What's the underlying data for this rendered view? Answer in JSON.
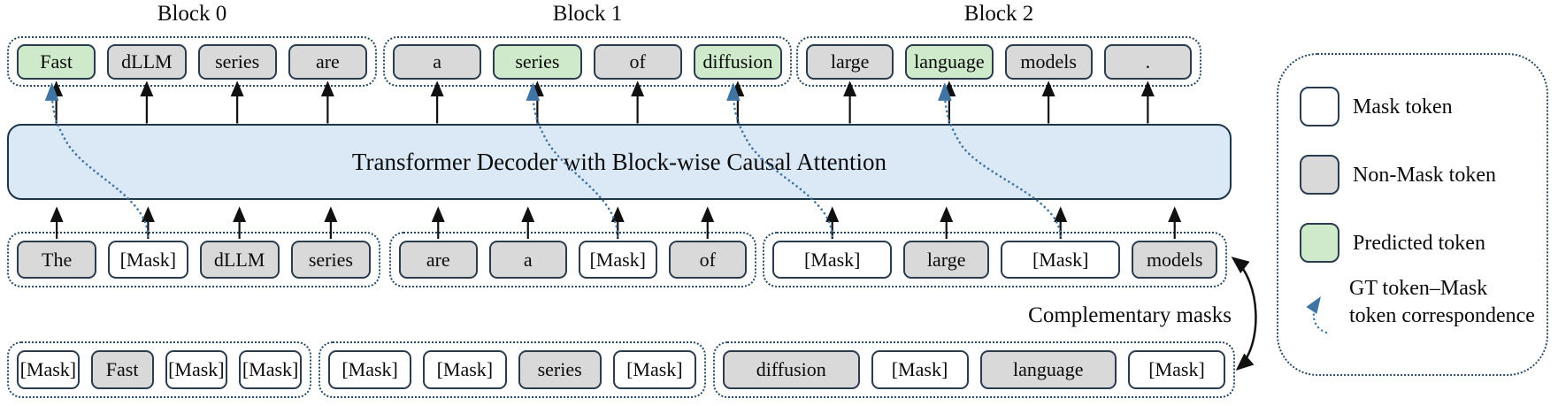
{
  "block_labels": [
    "Block 0",
    "Block 1",
    "Block 2"
  ],
  "decoder": {
    "label": "Transformer Decoder with Block-wise Causal Attention"
  },
  "complementary_label": "Complementary masks",
  "rows": {
    "output": [
      [
        {
          "text": "Fast",
          "type": "predicted"
        },
        {
          "text": "dLLM",
          "type": "word"
        },
        {
          "text": "series",
          "type": "word"
        },
        {
          "text": "are",
          "type": "word"
        }
      ],
      [
        {
          "text": "a",
          "type": "word"
        },
        {
          "text": "series",
          "type": "predicted"
        },
        {
          "text": "of",
          "type": "word"
        },
        {
          "text": "diffusion",
          "type": "predicted"
        }
      ],
      [
        {
          "text": "large",
          "type": "word"
        },
        {
          "text": "language",
          "type": "predicted"
        },
        {
          "text": "models",
          "type": "word"
        },
        {
          "text": ".",
          "type": "word"
        }
      ]
    ],
    "input": [
      [
        {
          "text": "The",
          "type": "word"
        },
        {
          "text": "[Mask]",
          "type": "mask"
        },
        {
          "text": "dLLM",
          "type": "word"
        },
        {
          "text": "series",
          "type": "word"
        }
      ],
      [
        {
          "text": "are",
          "type": "word"
        },
        {
          "text": "a",
          "type": "word"
        },
        {
          "text": "[Mask]",
          "type": "mask"
        },
        {
          "text": "of",
          "type": "word"
        }
      ],
      [
        {
          "text": "[Mask]",
          "type": "mask",
          "wide": true
        },
        {
          "text": "large",
          "type": "word"
        },
        {
          "text": "[Mask]",
          "type": "mask",
          "wide": true
        },
        {
          "text": "models",
          "type": "word"
        }
      ]
    ],
    "complementary": [
      [
        {
          "text": "[Mask]",
          "type": "mask"
        },
        {
          "text": "Fast",
          "type": "word"
        },
        {
          "text": "[Mask]",
          "type": "mask"
        },
        {
          "text": "[Mask]",
          "type": "mask"
        }
      ],
      [
        {
          "text": "[Mask]",
          "type": "mask"
        },
        {
          "text": "[Mask]",
          "type": "mask"
        },
        {
          "text": "series",
          "type": "word"
        },
        {
          "text": "[Mask]",
          "type": "mask"
        }
      ],
      [
        {
          "text": "diffusion",
          "type": "word",
          "wide": true
        },
        {
          "text": "[Mask]",
          "type": "mask"
        },
        {
          "text": "language",
          "type": "word",
          "wide": true
        },
        {
          "text": "[Mask]",
          "type": "mask"
        }
      ]
    ]
  },
  "correspondences": [
    {
      "from": {
        "row": "input",
        "block": 0,
        "token": 1
      },
      "to": {
        "row": "output",
        "block": 0,
        "token": 0
      }
    },
    {
      "from": {
        "row": "input",
        "block": 1,
        "token": 2
      },
      "to": {
        "row": "output",
        "block": 1,
        "token": 1
      }
    },
    {
      "from": {
        "row": "input",
        "block": 2,
        "token": 0
      },
      "to": {
        "row": "output",
        "block": 1,
        "token": 3
      }
    },
    {
      "from": {
        "row": "input",
        "block": 2,
        "token": 2
      },
      "to": {
        "row": "output",
        "block": 2,
        "token": 1
      }
    }
  ],
  "legend": {
    "items": [
      {
        "swatch": "mask",
        "label": "Mask token"
      },
      {
        "swatch": "non-mask",
        "label": "Non-Mask token"
      },
      {
        "swatch": "predicted",
        "label": "Predicted token"
      },
      {
        "swatch": "correspondence-arrow",
        "label": "GT token–Mask token correspondence"
      }
    ]
  },
  "colors": {
    "mask_fill": "#ffffff",
    "non_mask_fill": "#d9d9d9",
    "predicted_fill": "#cfeaca",
    "decoder_fill": "#dbe8f6",
    "token_border": "#2a3c4e",
    "container_border": "#2a4a63",
    "arrow_black": "#111111",
    "correspondence_blue": "#3f74a3"
  }
}
